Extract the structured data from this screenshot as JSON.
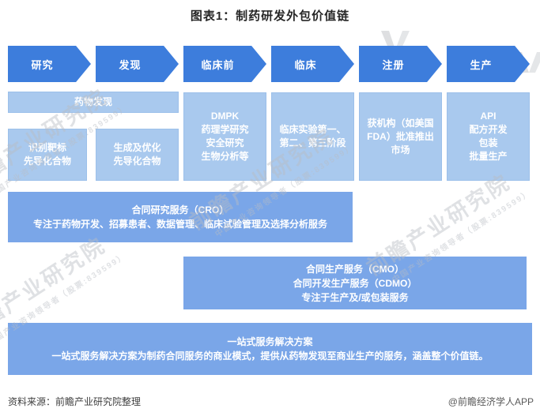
{
  "title": "图表1：制药研发外包价值链",
  "colors": {
    "arrow_blue": "#3D7DDC",
    "light_box_blue": "#A9C9EE",
    "band_blue": "#7AA6E8"
  },
  "stages": [
    "研究",
    "发现",
    "临床前",
    "临床",
    "注册",
    "生产"
  ],
  "detail_boxes": {
    "drug_discovery": "药物发现",
    "identify_target": "识别靶标\n先导化合物",
    "generate_optimize": "生成及优化\n先导化合物",
    "dmpk": "DMPK\n药理学研究\n安全研究\n生物分析等",
    "clinical_trials": "临床实验第一、第二、第三阶段",
    "regulatory": "获机构（如美国FDA）批准推出市场",
    "api_production": "API\n配方开发\n包装\n批量生产"
  },
  "service_bands": {
    "cro": {
      "title": "合同研究服务（CRO）",
      "desc": "专注于药物开发、招募患者、数据管理、临床试验管理及选择分析服务"
    },
    "cmo": {
      "lines": "合同生产服务（CMO）\n合同开发生产服务（CDMO）\n专注于生产及/或包装服务"
    },
    "one_stop": {
      "title": "一站式服务解决方案",
      "desc": "一站式服务解决方案为制药合同服务的商业模式，提供从药物发现至商业生产的服务，涵盖整个价值链。"
    }
  },
  "footer": {
    "source": "资料来源：前瞻产业研究院整理",
    "credit": "@前瞻经济学人APP"
  },
  "watermark": {
    "main": "前瞻产业研究院",
    "sub": "中国产业咨询领导者（股票:839599）"
  }
}
